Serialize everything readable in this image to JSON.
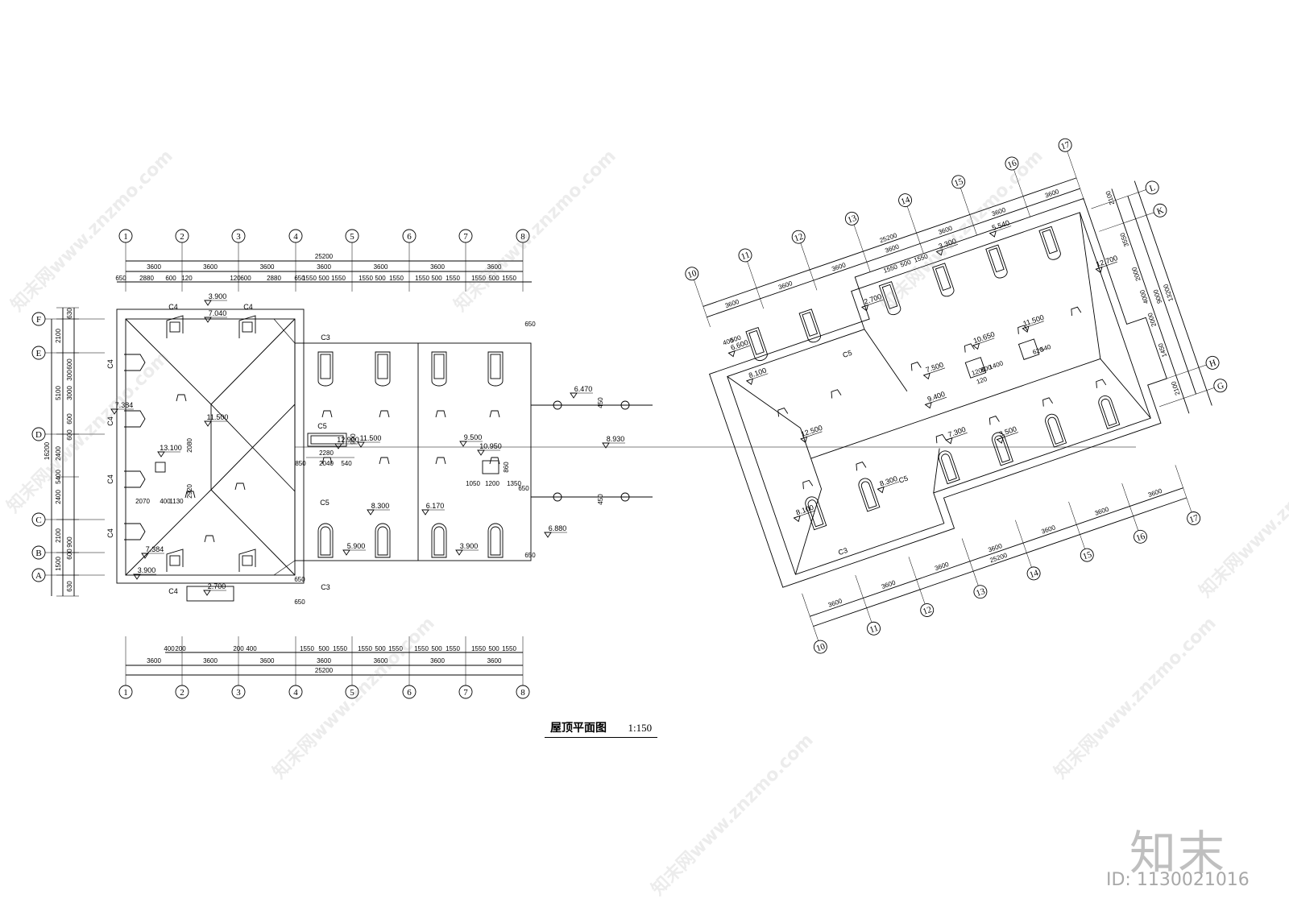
{
  "drawing": {
    "title": "屋顶平面图",
    "scale": "1:150"
  },
  "brand": {
    "logo_text": "知末",
    "id_text": "ID: 1130021016",
    "watermark": "知末网www.znzmo.com"
  },
  "left_plan": {
    "columns": [
      "1",
      "2",
      "3",
      "4",
      "5",
      "6",
      "7",
      "8"
    ],
    "rows": [
      "F",
      "E",
      "D",
      "C",
      "B",
      "A"
    ],
    "total_width": "25200",
    "bays": [
      "3600",
      "3600",
      "3600",
      "3600",
      "3600",
      "3600",
      "3600"
    ],
    "top_sub": [
      "650",
      "2880",
      "600",
      "120",
      "120",
      "600",
      "2880",
      "650",
      "1550",
      "500",
      "1550",
      "1550",
      "500",
      "1550",
      "1550",
      "500",
      "1550",
      "1550",
      "500",
      "1550"
    ],
    "bottom_sub": [
      "400",
      "200",
      "200",
      "400",
      "1550",
      "500",
      "1550",
      "1550",
      "500",
      "1550",
      "1550",
      "500",
      "1550",
      "1550",
      "500",
      "1550"
    ],
    "left_total": "16200",
    "left_dims": [
      "2100",
      "5100",
      "2400",
      "5400",
      "2400",
      "2100",
      "1500"
    ],
    "left_sub": [
      "630",
      "600",
      "300",
      "3000",
      "600",
      "600",
      "900",
      "600",
      "630"
    ],
    "elevations": [
      "3.900",
      "7.040",
      "7.384",
      "11.500",
      "13.100",
      "12.900",
      "11.500",
      "9.500",
      "10.950",
      "8.300",
      "6.170",
      "5.900",
      "3.900",
      "7.384",
      "3.900",
      "2.700"
    ],
    "windows": [
      "C4",
      "C4",
      "C4",
      "C4",
      "C4",
      "C4",
      "C4",
      "C3",
      "C3",
      "C5",
      "C5"
    ],
    "misc_dims": [
      "2280",
      "2040",
      "850",
      "540",
      "990",
      "2080",
      "1050",
      "1200",
      "1350",
      "860",
      "2920",
      "2070",
      "400",
      "1130",
      "650",
      "650",
      "650",
      "650",
      "650"
    ]
  },
  "connector": {
    "elevations": [
      "6.470",
      "8.930",
      "6.880"
    ],
    "dims": [
      "450",
      "450"
    ]
  },
  "right_plan": {
    "columns": [
      "10",
      "11",
      "12",
      "13",
      "14",
      "15",
      "16",
      "17"
    ],
    "rows": [
      "L",
      "K",
      "H",
      "G"
    ],
    "total_width": "25200",
    "bays": [
      "3600",
      "3600",
      "3600",
      "3600",
      "3600",
      "3600",
      "3600"
    ],
    "side_dims": [
      "2100",
      "3550",
      "2000",
      "4000",
      "2000",
      "1450",
      "2100"
    ],
    "side_totals": [
      "9000",
      "13200"
    ],
    "elevations": [
      "6.600",
      "8.100",
      "12.500",
      "8.100",
      "8.300",
      "2.700",
      "3.300",
      "5.540",
      "7.500",
      "10.650",
      "11.500",
      "9.400",
      "7.300",
      "3.500",
      "12.700"
    ],
    "windows": [
      "C5",
      "C5",
      "C3"
    ],
    "sub_dims": [
      "1550",
      "500",
      "1550",
      "1200",
      "800",
      "1400",
      "620",
      "540",
      "120",
      "500",
      "400"
    ]
  }
}
